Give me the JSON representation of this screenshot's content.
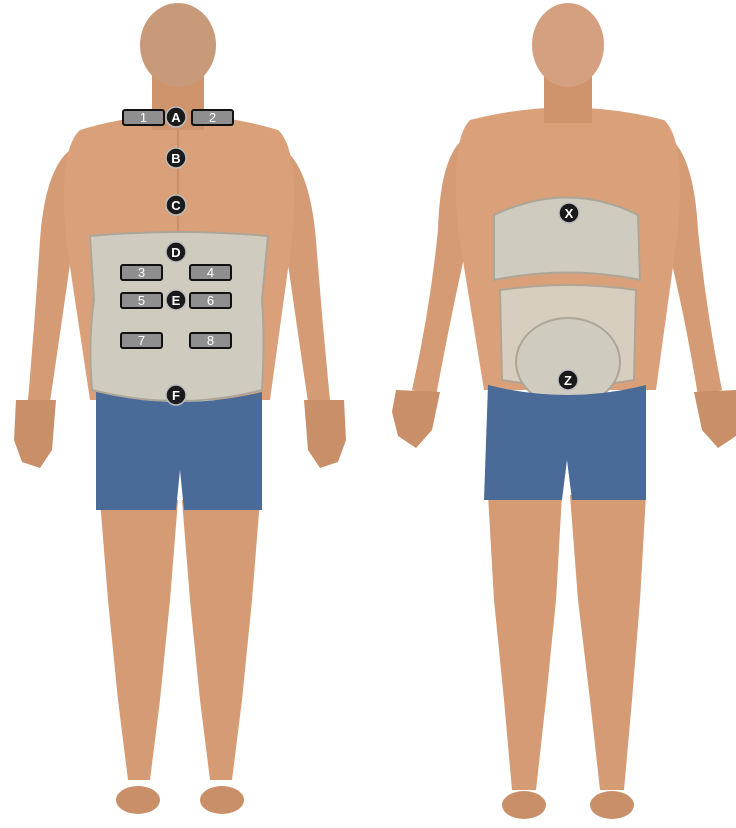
{
  "colors": {
    "background": "#ffffff",
    "skin": "#d9a07a",
    "skin_shadow": "#b97a55",
    "shorts": "#4a6a98",
    "brace": "#cfcbbe",
    "brace_shadow": "#aca698",
    "hair": "#6b5a4a",
    "marker_fill": "#1a1a1a",
    "box_fill": "#8f8f8f",
    "box_stroke": "#111111"
  },
  "figures": {
    "back_view": {
      "name": "back-view-figure"
    },
    "front_view": {
      "name": "front-view-figure"
    }
  },
  "back_markers": [
    {
      "id": "marker-a",
      "label": "A"
    },
    {
      "id": "marker-b",
      "label": "B"
    },
    {
      "id": "marker-c",
      "label": "C"
    },
    {
      "id": "marker-d",
      "label": "D"
    },
    {
      "id": "marker-e",
      "label": "E"
    },
    {
      "id": "marker-f",
      "label": "F"
    }
  ],
  "front_markers": [
    {
      "id": "marker-x",
      "label": "X"
    },
    {
      "id": "marker-z",
      "label": "Z"
    }
  ],
  "number_boxes": [
    {
      "id": "box-1",
      "label": "1"
    },
    {
      "id": "box-2",
      "label": "2"
    },
    {
      "id": "box-3",
      "label": "3"
    },
    {
      "id": "box-4",
      "label": "4"
    },
    {
      "id": "box-5",
      "label": "5"
    },
    {
      "id": "box-6",
      "label": "6"
    },
    {
      "id": "box-7",
      "label": "7"
    },
    {
      "id": "box-8",
      "label": "8"
    }
  ]
}
